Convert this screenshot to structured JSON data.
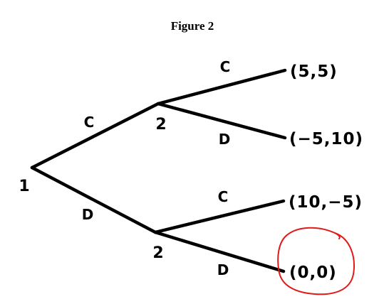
{
  "figure": {
    "title": "Figure 2"
  },
  "tree": {
    "root": {
      "player": "1"
    },
    "upper_node": {
      "player": "2"
    },
    "lower_node": {
      "player": "2"
    },
    "root_actions": {
      "upper": "C",
      "lower": "D"
    },
    "upper_actions": {
      "upper": "C",
      "lower": "D"
    },
    "lower_actions": {
      "upper": "C",
      "lower": "D"
    },
    "payoffs": [
      "(5,5)",
      "(−5,10)",
      "(10,−5)",
      "(0,0)"
    ],
    "highlight": {
      "payoff_index": 3,
      "color": "#e01a1a"
    }
  }
}
